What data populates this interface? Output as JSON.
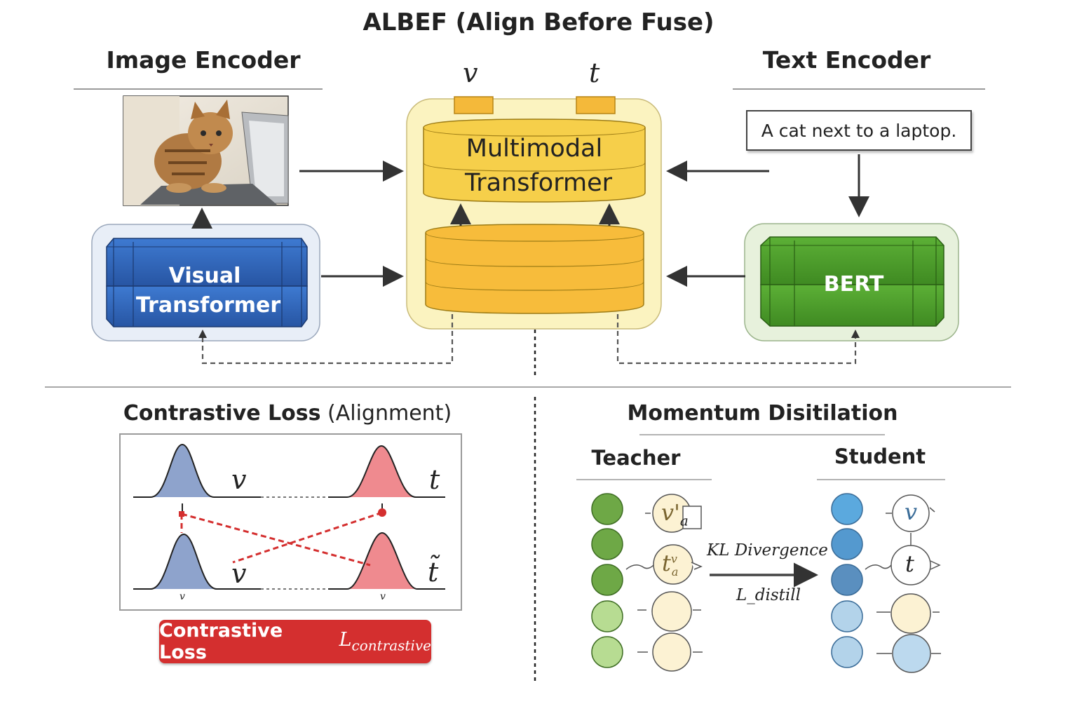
{
  "title": "ALBEF (Align Before Fuse)",
  "image_encoder": {
    "header": "Image Encoder",
    "block_line1": "Visual",
    "block_line2": "Transformer"
  },
  "text_encoder": {
    "header": "Text Encoder",
    "caption": "A cat next to a laptop.",
    "block_label": "BERT"
  },
  "multimodal": {
    "line1": "Multimodal",
    "line2": "Transformer",
    "token_v": "v",
    "token_t": "t"
  },
  "contrastive": {
    "header_bold": "Contrastive Loss",
    "header_normal": "(Alignment)",
    "label_v_top": "v",
    "label_t_top": "t",
    "label_v_bottom": "v",
    "label_t_bottom": "t̃",
    "tick_left": "v",
    "tick_right": "v",
    "button_text": "Contrastive Loss",
    "button_math": "L",
    "button_sub": "contrastive"
  },
  "distillation": {
    "header": "Momentum Disitilation",
    "teacher": "Teacher",
    "student": "Student",
    "teacher_token_1": "v'",
    "teacher_token_1_sub": "a",
    "teacher_token_2": "t",
    "teacher_token_2_sup": "v",
    "teacher_token_2_sub": "a",
    "student_token_1": "v",
    "student_token_2": "t",
    "kl_label": "KL Divergence",
    "loss_label": "L_distill"
  },
  "colors": {
    "visual_blue": "#2f63b8",
    "bert_green": "#4c9a2a",
    "mm_yellow": "#f6cf4a",
    "mm_bg": "#fbf3c0",
    "loss_red": "#d42f2f",
    "dist_blue": "#8ea3cc",
    "dist_pink": "#ef8a8f",
    "teacher_green": "#6ea846",
    "student_blue": "#5b9fd1"
  }
}
